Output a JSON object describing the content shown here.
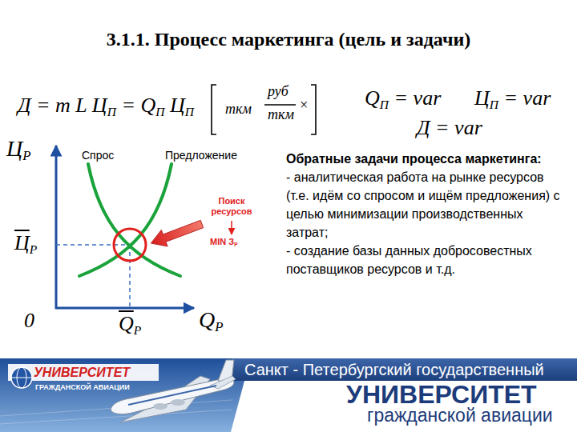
{
  "diagram": {
    "title": "3.1.1. Процесс маркетинга (цель и задачи)",
    "labels": [
      "Д = m L Ц",
      "П",
      "= Q",
      "П",
      "Ц",
      "П",
      "ткм",
      "руб",
      "×",
      "ткм",
      "Q",
      "П",
      "= var",
      "Ц",
      "П",
      "= var",
      "Д = var",
      "Ц",
      "P",
      "Спрос",
      "Предложение",
      "Поиск ресурсов",
      "MIN З",
      "Р",
      "Ц",
      "P",
      "0",
      "Q",
      "P",
      "Q",
      "P",
      "Обратные задачи процесса маркетинга:",
      "- аналитическая работа на рынке ресурсов (т.е. идём со спросом и ищём предложения) с целью минимизации производственных затрат;",
      "- создание базы данных добросовестных поставщиков ресурсов и т.д.",
      "УНИВЕРСИТЕТ",
      "ГРАЖДАНСКОЙ АВИАЦИИ",
      "Санкт - Петербургский государственный",
      "УНИВЕРСИТЕТ",
      "гражданской авиации"
    ]
  }
}
